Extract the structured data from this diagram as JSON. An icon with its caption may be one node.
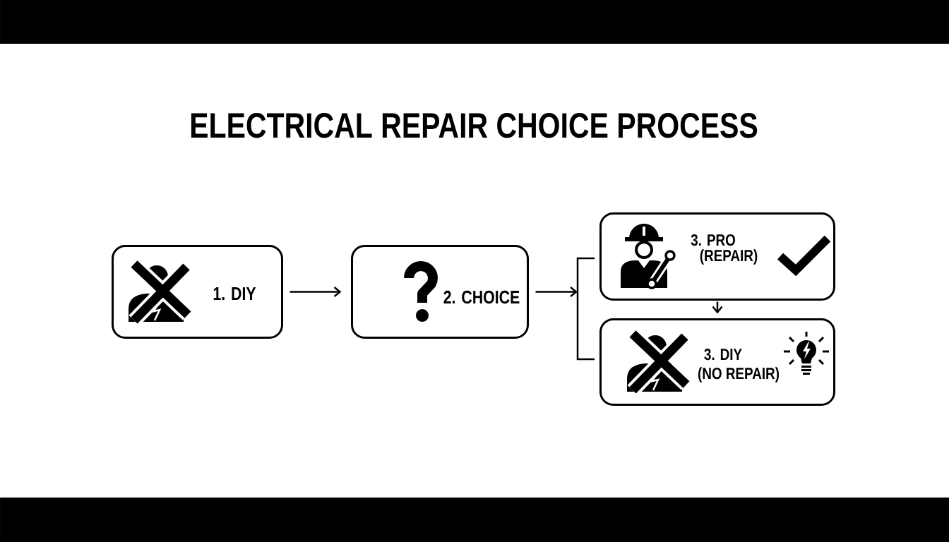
{
  "diagram": {
    "title": "ELECTRICAL REPAIR CHOICE PROCESS",
    "nodes": [
      {
        "text": [
          "1. DIY"
        ]
      },
      {
        "text": [
          "2. CHOICE"
        ]
      },
      {
        "text": [],
        "shape": "bracket"
      },
      {
        "text": [
          "3. PRO",
          "(REPAIR)"
        ]
      },
      {
        "text": [
          "3. DIY",
          "(NO REPAIR)"
        ]
      }
    ],
    "edges": [
      {
        "from": 0,
        "to": 1,
        "arrow": "to"
      },
      {
        "from": 1,
        "to": 2,
        "arrow": "to"
      },
      {
        "from": 3,
        "to": 4,
        "arrow": "to"
      }
    ]
  }
}
